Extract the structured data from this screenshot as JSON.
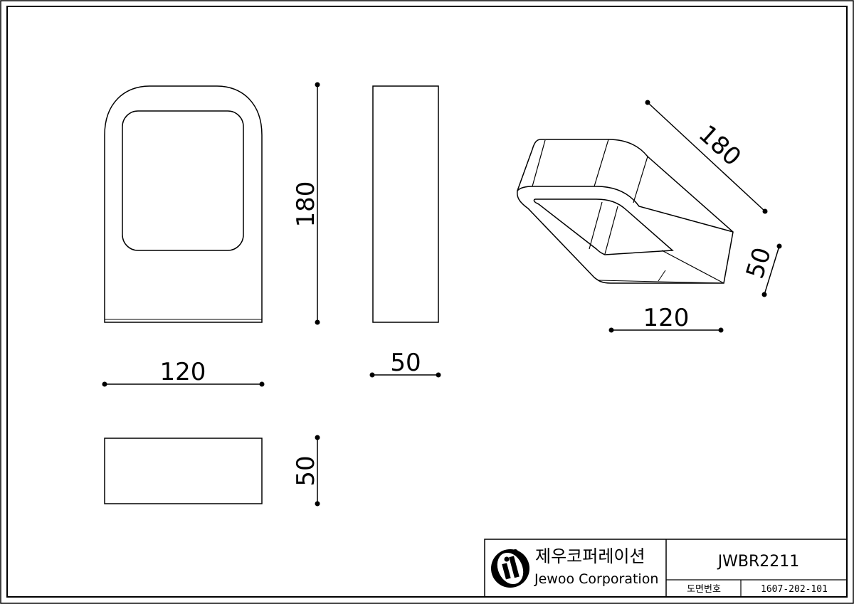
{
  "views": {
    "front": {
      "width_label": "120",
      "height_label": "180"
    },
    "side": {
      "depth_label": "50"
    },
    "bottom": {
      "depth_label": "50"
    },
    "isometric": {
      "length_label": "180",
      "width_label": "120",
      "depth_label": "50"
    }
  },
  "title_block": {
    "company_korean": "제우코퍼레이션",
    "company_english": "Jewoo Corporation",
    "model": "JWBR2211",
    "drawing_no_label": "도면번호",
    "drawing_no": "1607-202-101",
    "logo_icon": "jewoo-logo-icon"
  }
}
